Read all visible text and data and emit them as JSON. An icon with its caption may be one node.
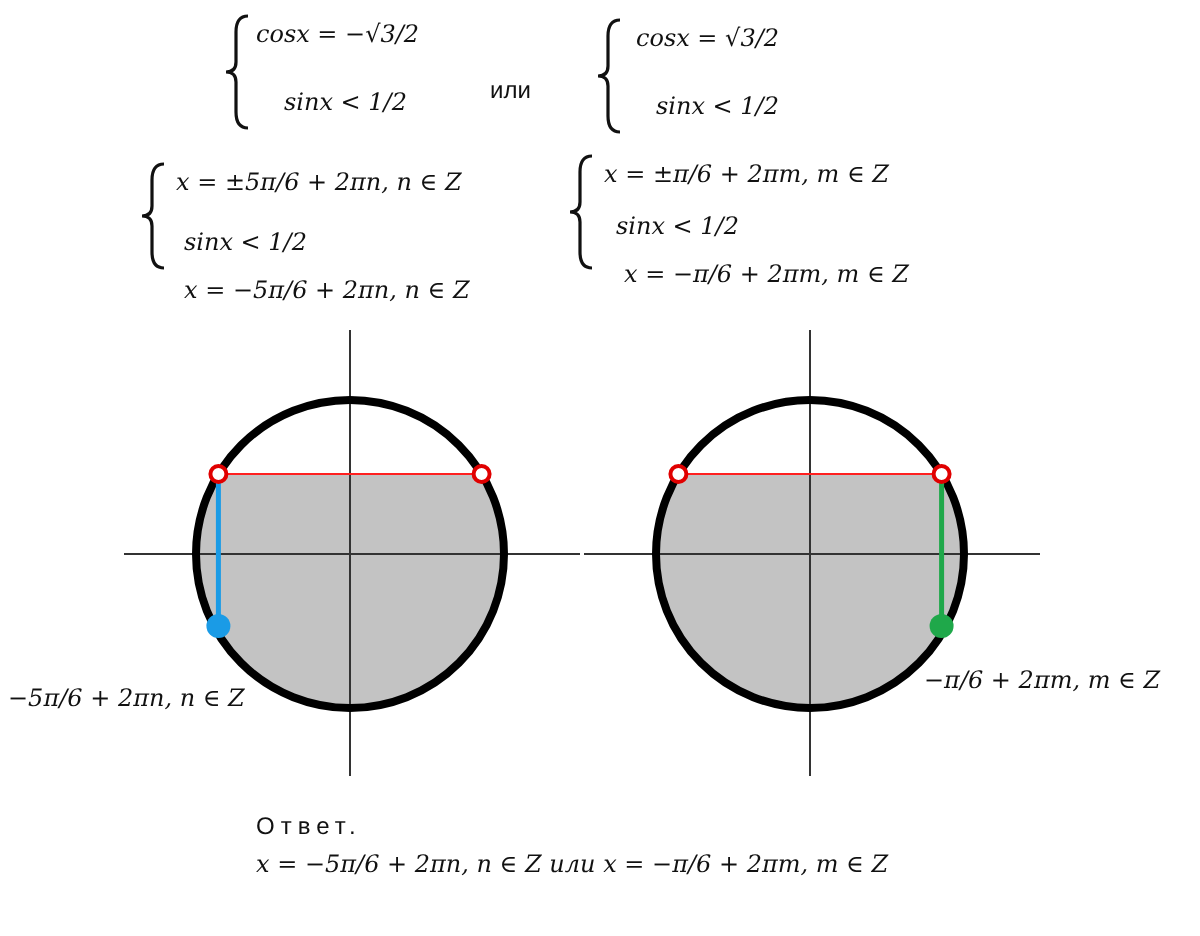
{
  "diagram": {
    "labels": [
      "cosx = −√3/2",
      "sinx < 1/2",
      "или",
      "cosx = √3/2",
      "sinx < 1/2",
      "x = ±5π/6 + 2πn, n ∈ Z",
      "sinx < 1/2",
      "x = ±π/6 + 2πm, m ∈ Z",
      "sinx < 1/2",
      "x = −5π/6 + 2πn, n ∈ Z",
      "x = −π/6 + 2πm, m ∈ Z",
      "−5π/6 + 2πn, n ∈ Z",
      "−π/6 + 2πm, m ∈ Z",
      "Ответ.",
      "x = −5π/6 + 2πn, n ∈ Z или x = −π/6 + 2πm, m ∈ Z"
    ]
  }
}
